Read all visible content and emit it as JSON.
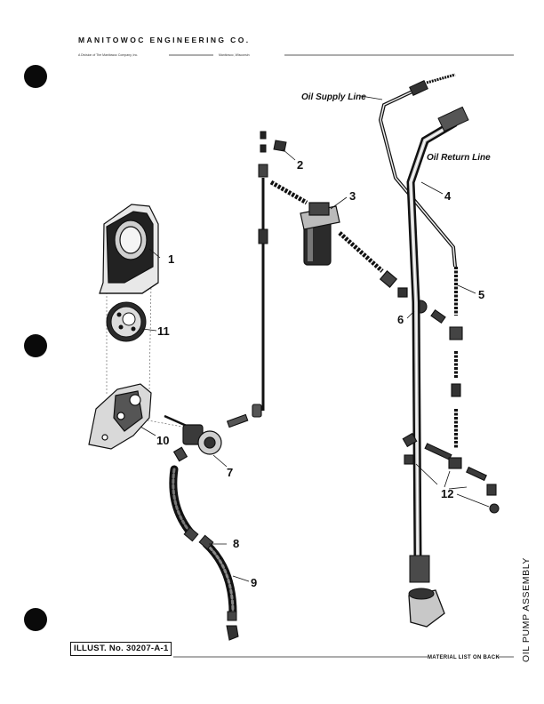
{
  "header": {
    "company": "MANITOWOC ENGINEERING CO.",
    "division": "A Division of The Manitowoc Company, Inc.",
    "location": "Manitowoc, Wisconsin"
  },
  "labels": {
    "oil_supply_line": "Oil Supply Line",
    "oil_return_line": "Oil Return Line"
  },
  "callouts": [
    "1",
    "2",
    "3",
    "4",
    "5",
    "6",
    "7",
    "8",
    "9",
    "10",
    "11",
    "12"
  ],
  "footer": {
    "illust_no": "ILLUST. No. 30207-A-1",
    "material_list": "MATERIAL LIST ON BACK",
    "side_title": "OIL PUMP ASSEMBLY"
  }
}
